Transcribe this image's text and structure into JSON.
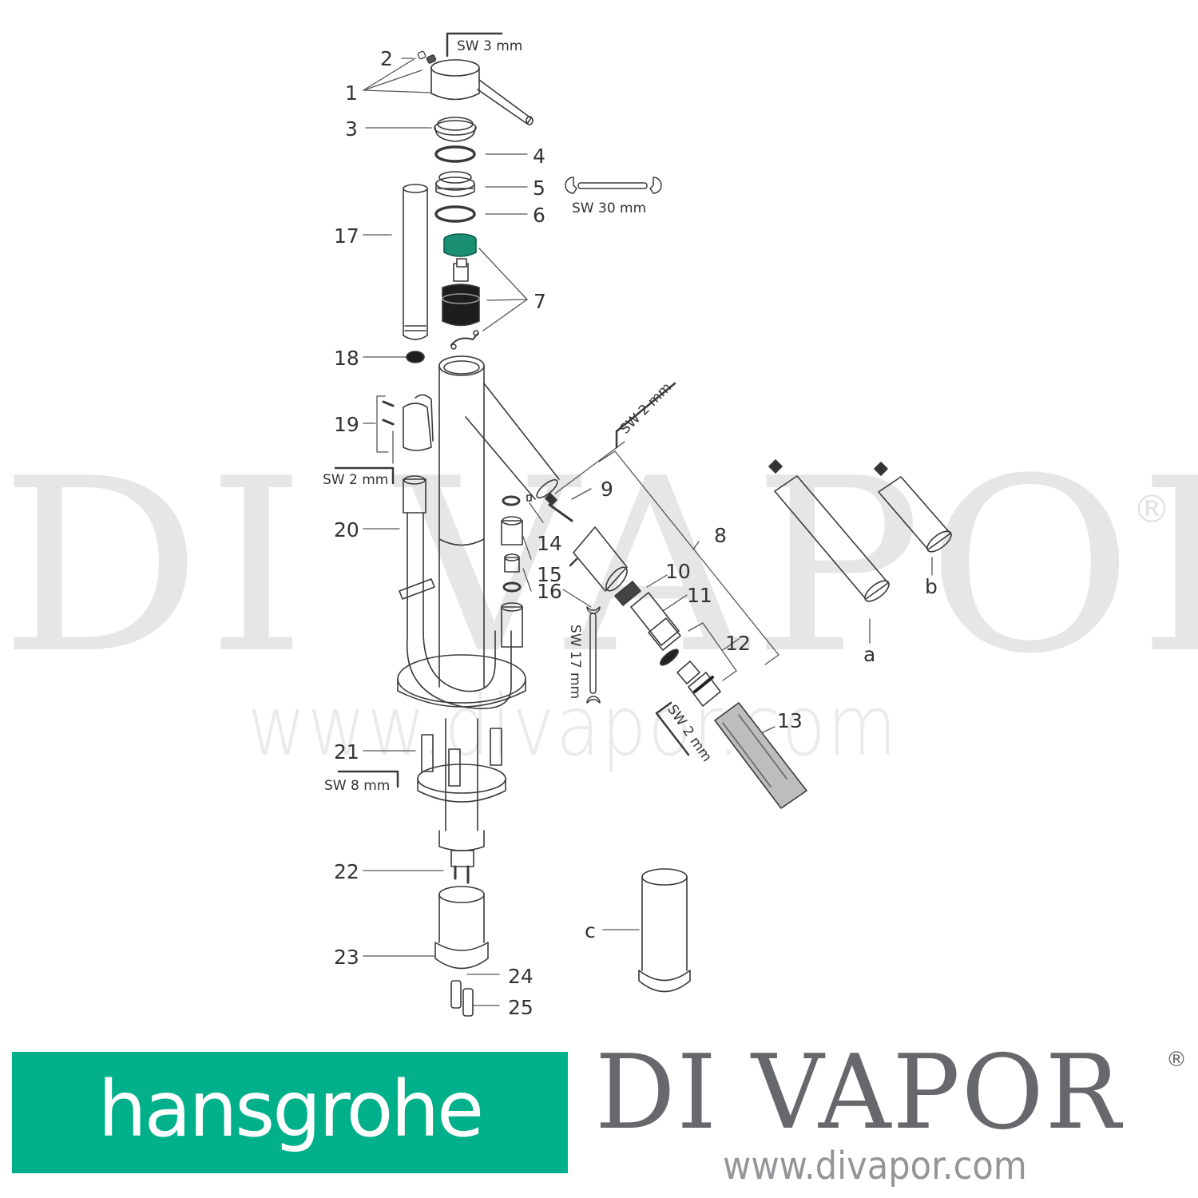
{
  "watermark": {
    "big_text": "DI VAPOR",
    "registered_mark": "®",
    "url_text": "www.divapor.com"
  },
  "diagram": {
    "part_labels": [
      {
        "id": "1",
        "label": "1"
      },
      {
        "id": "2",
        "label": "2"
      },
      {
        "id": "3",
        "label": "3"
      },
      {
        "id": "4",
        "label": "4"
      },
      {
        "id": "5",
        "label": "5"
      },
      {
        "id": "6",
        "label": "6"
      },
      {
        "id": "7",
        "label": "7"
      },
      {
        "id": "8",
        "label": "8"
      },
      {
        "id": "9",
        "label": "9"
      },
      {
        "id": "10",
        "label": "10"
      },
      {
        "id": "11",
        "label": "11"
      },
      {
        "id": "12",
        "label": "12"
      },
      {
        "id": "13",
        "label": "13"
      },
      {
        "id": "14",
        "label": "14"
      },
      {
        "id": "15",
        "label": "15"
      },
      {
        "id": "16",
        "label": "16"
      },
      {
        "id": "17",
        "label": "17"
      },
      {
        "id": "18",
        "label": "18"
      },
      {
        "id": "19",
        "label": "19"
      },
      {
        "id": "20",
        "label": "20"
      },
      {
        "id": "21",
        "label": "21"
      },
      {
        "id": "22",
        "label": "22"
      },
      {
        "id": "23",
        "label": "23"
      },
      {
        "id": "24",
        "label": "24"
      },
      {
        "id": "25",
        "label": "25"
      },
      {
        "id": "a",
        "label": "a"
      },
      {
        "id": "b",
        "label": "b"
      },
      {
        "id": "c",
        "label": "c"
      }
    ],
    "tool_labels": {
      "hex_key_top": "SW 3 mm",
      "wrench_top": "SW 30 mm",
      "hex_key_spout": "SW 2 mm",
      "hex_key_holder": "SW 2 mm",
      "wrench_side": "SW 17 mm",
      "hex_key_diverter": "SW 2 mm",
      "hex_key_base": "SW 8 mm"
    },
    "accent_color": "#1a8f74",
    "line_color": "#3a3a3a"
  },
  "footer": {
    "brand_logo_text": "hansgrohe",
    "brand_color": "#00b08b",
    "retailer_logo_text": "DI VAPOR",
    "retailer_registered_mark": "®",
    "retailer_url": "www.divapor.com",
    "retailer_color": "#67686b"
  }
}
